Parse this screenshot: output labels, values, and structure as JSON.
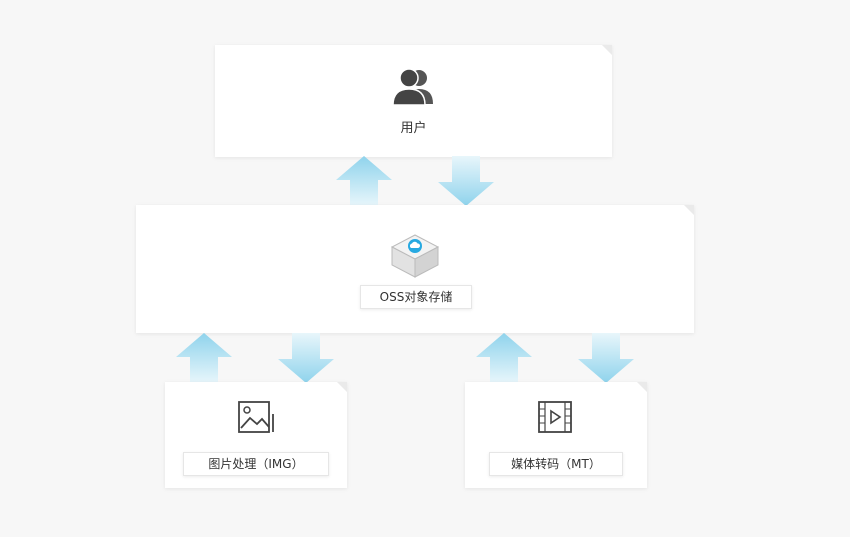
{
  "nodes": {
    "user": {
      "label": "用户",
      "icon": "users-icon"
    },
    "oss": {
      "label": "OSS对象存储",
      "icon": "cloud-storage-cube-icon"
    },
    "img": {
      "label": "图片处理（IMG）",
      "icon": "image-icon"
    },
    "mt": {
      "label": "媒体转码（MT）",
      "icon": "video-file-icon"
    }
  },
  "colors": {
    "background": "#f7f7f7",
    "card": "#ffffff",
    "arrow_dark": "#8fd3ec",
    "arrow_light": "#e8f6fb",
    "icon": "#444444",
    "accent": "#27a9e1"
  }
}
